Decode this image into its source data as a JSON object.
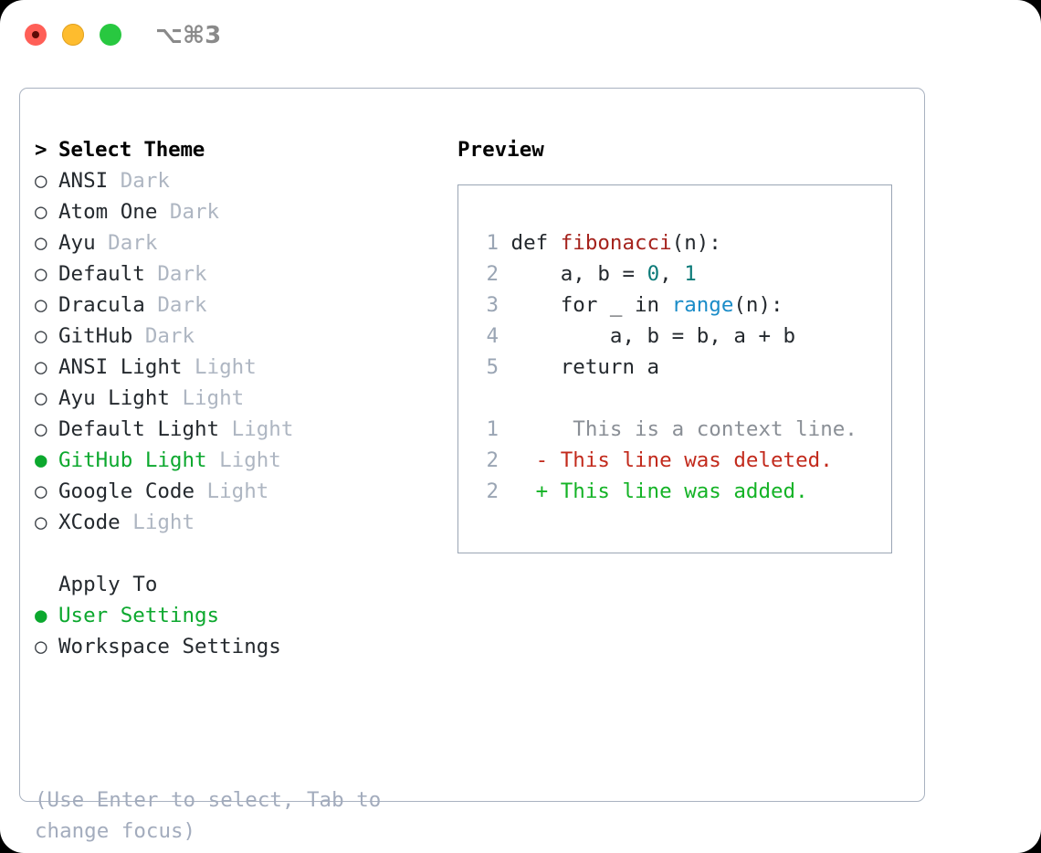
{
  "window": {
    "shortcut": "⌥⌘3",
    "traffic_lights": [
      {
        "name": "close-button",
        "color": "#ff5f57"
      },
      {
        "name": "minimize-button",
        "color": "#febc2e"
      },
      {
        "name": "maximize-button",
        "color": "#28c840"
      }
    ]
  },
  "colors": {
    "selected_green": "#0ca82e",
    "muted_tag": "#aeb6c2",
    "hint": "#a3acbd",
    "border": "#a9b2c0",
    "fn_red": "#a5231d",
    "num_teal": "#0b7a78",
    "call_blue": "#1a8cc8",
    "diff_add": "#14b326",
    "diff_del": "#c22a1c"
  },
  "theme_list": {
    "heading": "Select Theme",
    "heading_marker": ">",
    "marker_selected": "●",
    "marker_unselected": "○",
    "items": [
      {
        "label": "ANSI",
        "tag": "Dark",
        "selected": false
      },
      {
        "label": "Atom One",
        "tag": "Dark",
        "selected": false
      },
      {
        "label": "Ayu",
        "tag": "Dark",
        "selected": false
      },
      {
        "label": "Default",
        "tag": "Dark",
        "selected": false
      },
      {
        "label": "Dracula",
        "tag": "Dark",
        "selected": false
      },
      {
        "label": "GitHub",
        "tag": "Dark",
        "selected": false
      },
      {
        "label": "ANSI Light",
        "tag": "Light",
        "selected": false
      },
      {
        "label": "Ayu Light",
        "tag": "Light",
        "selected": false
      },
      {
        "label": "Default Light",
        "tag": "Light",
        "selected": false
      },
      {
        "label": "GitHub Light",
        "tag": "Light",
        "selected": true
      },
      {
        "label": "Google Code",
        "tag": "Light",
        "selected": false
      },
      {
        "label": "XCode",
        "tag": "Light",
        "selected": false
      }
    ]
  },
  "apply_to": {
    "heading": "Apply To",
    "items": [
      {
        "label": "User Settings",
        "selected": true
      },
      {
        "label": "Workspace Settings",
        "selected": false
      }
    ]
  },
  "hint": "(Use Enter to select, Tab to change focus)",
  "preview": {
    "title": "Preview",
    "code_lines": [
      {
        "num": "1",
        "tokens": [
          {
            "t": "def ",
            "c": "plain"
          },
          {
            "t": "fibonacci",
            "c": "fn"
          },
          {
            "t": "(n):",
            "c": "plain"
          }
        ]
      },
      {
        "num": "2",
        "tokens": [
          {
            "t": "    a, b = ",
            "c": "plain"
          },
          {
            "t": "0",
            "c": "num"
          },
          {
            "t": ", ",
            "c": "plain"
          },
          {
            "t": "1",
            "c": "num"
          }
        ]
      },
      {
        "num": "3",
        "tokens": [
          {
            "t": "    for _ in ",
            "c": "plain"
          },
          {
            "t": "range",
            "c": "call"
          },
          {
            "t": "(n):",
            "c": "plain"
          }
        ]
      },
      {
        "num": "4",
        "tokens": [
          {
            "t": "        a, b = b, a + b",
            "c": "plain"
          }
        ]
      },
      {
        "num": "5",
        "tokens": [
          {
            "t": "    return a",
            "c": "plain"
          }
        ]
      }
    ],
    "diff_lines": [
      {
        "num": "1",
        "sign": " ",
        "text": "  This is a context line.",
        "kind": "ctx"
      },
      {
        "num": "2",
        "sign": "-",
        "text": " This line was deleted.",
        "kind": "del"
      },
      {
        "num": "2",
        "sign": "+",
        "text": " This line was added.",
        "kind": "add"
      }
    ]
  }
}
